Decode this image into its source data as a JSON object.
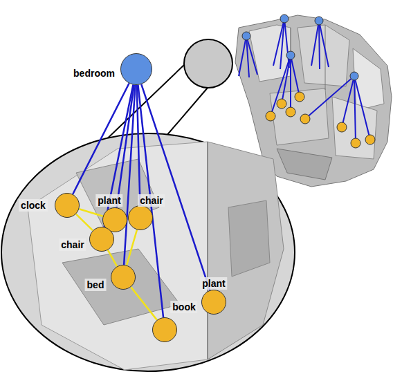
{
  "diagram": {
    "nodes": [
      {
        "text": [
          "bedroom"
        ]
      },
      {
        "text": [
          "clock"
        ]
      },
      {
        "text": [
          "plant"
        ]
      },
      {
        "text": [
          "chair"
        ]
      },
      {
        "text": [
          "chair"
        ]
      },
      {
        "text": [
          "bed"
        ]
      },
      {
        "text": [
          "book"
        ]
      },
      {
        "text": [
          "plant"
        ]
      }
    ],
    "edges": [
      {
        "from": 0,
        "to": 1,
        "arrow": "none"
      },
      {
        "from": 0,
        "to": 2,
        "arrow": "none"
      },
      {
        "from": 0,
        "to": 3,
        "arrow": "none"
      },
      {
        "from": 0,
        "to": 4,
        "arrow": "none"
      },
      {
        "from": 0,
        "to": 5,
        "arrow": "none"
      },
      {
        "from": 0,
        "to": 6,
        "arrow": "none"
      },
      {
        "from": 0,
        "to": 7,
        "arrow": "none"
      },
      {
        "from": 1,
        "to": 4,
        "arrow": "none"
      },
      {
        "from": 1,
        "to": 2,
        "arrow": "none"
      },
      {
        "from": 2,
        "to": 4,
        "arrow": "none"
      },
      {
        "from": 4,
        "to": 5,
        "arrow": "none"
      },
      {
        "from": 3,
        "to": 5,
        "arrow": "none"
      },
      {
        "from": 5,
        "to": 6,
        "arrow": "none"
      }
    ]
  }
}
